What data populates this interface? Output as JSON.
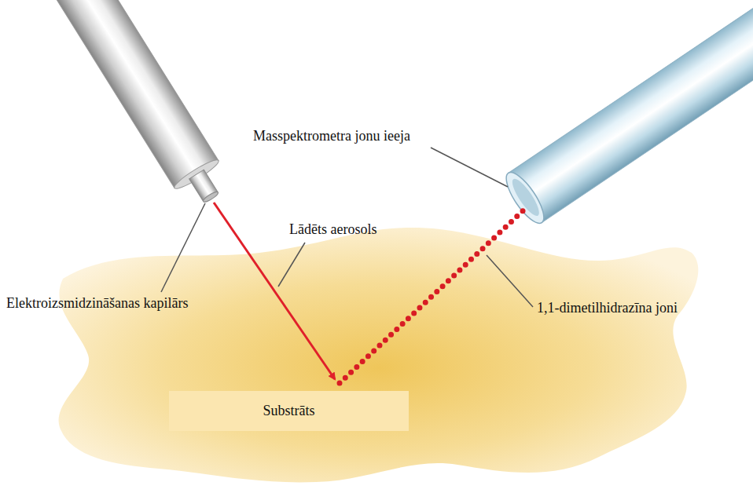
{
  "diagram": {
    "nodes": [
      {
        "text": [
          "Substrāts"
        ]
      }
    ],
    "labels": [
      "Masspektrometra jonu ieeja",
      "Lādēts aerosols",
      "Elektroizsmidzināšanas kapilārs",
      "1,1-dimetilhidrazīna joni"
    ]
  }
}
